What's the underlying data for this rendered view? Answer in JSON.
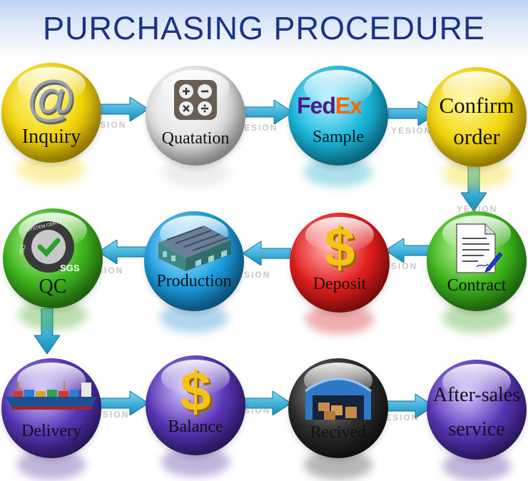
{
  "title": "PURCHASING PROCEDURE",
  "watermark": "YESION",
  "colors": {
    "title": "#1c3289",
    "arrow": "#1ba7d6",
    "yellow": "#f3d70c",
    "white": "#dadada",
    "cyan": "#14a7c9",
    "green": "#3fa21b",
    "blue": "#1a8bcf",
    "red": "#d2181a",
    "purple": "#4b2c9a",
    "black": "#1f1f1f"
  },
  "icons": {
    "fedex_fed": "Fed",
    "fedex_ex": "Ex",
    "sgs": "SGS",
    "cert_ring": "SYSTEM CERTIFICATION",
    "cert_side": "ISO",
    "at": "@",
    "dollar": "$"
  },
  "steps": [
    {
      "label": "Inquiry"
    },
    {
      "label": "Quatation"
    },
    {
      "label": "Sample"
    },
    {
      "label": "Confirm order",
      "line1": "Confirm",
      "line2": "order"
    },
    {
      "label": "Contract"
    },
    {
      "label": "Deposit"
    },
    {
      "label": "Production"
    },
    {
      "label": "QC"
    },
    {
      "label": "Delivery"
    },
    {
      "label": "Balance"
    },
    {
      "label": "Recived"
    },
    {
      "label": "After-sales service",
      "line1": "After-sales",
      "line2": "service"
    }
  ]
}
